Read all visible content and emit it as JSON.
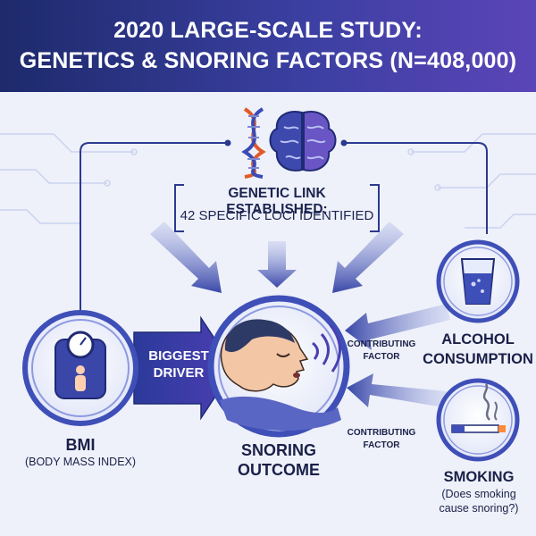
{
  "header": {
    "title_line1": "2020 LARGE-SCALE STUDY:",
    "title_line2": "GENETICS & SNORING FACTORS (N=408,000)",
    "bg_start": "#1d2a6b",
    "bg_end": "#5b45b8"
  },
  "genetic": {
    "title": "GENETIC LINK ESTABLISHED:",
    "subtitle": "42 SPECIFIC LOCI IDENTIFIED",
    "icons": [
      "dna-icon",
      "brain-icon"
    ]
  },
  "bmi": {
    "title": "BMI",
    "subtitle": "(BODY MASS INDEX)",
    "icon": "scale-person-icon",
    "arrow_label_line1": "BIGGEST",
    "arrow_label_line2": "DRIVER"
  },
  "center": {
    "title_line1": "SNORING",
    "title_line2": "OUTCOME",
    "icon": "sleeping-person-icon"
  },
  "alcohol": {
    "title_line1": "ALCOHOL",
    "title_line2": "CONSUMPTION",
    "factor_line1": "CONTRIBUTING",
    "factor_line2": "FACTOR",
    "icon": "glass-icon"
  },
  "smoking": {
    "title": "SMOKING",
    "subtitle_line1": "(Does smoking",
    "subtitle_line2": "cause snoring?)",
    "factor_line1": "CONTRIBUTING",
    "factor_line2": "FACTOR",
    "icon": "cigarette-icon"
  },
  "colors": {
    "navy": "#1c2450",
    "accent": "#4a3fb0",
    "ring": "#3f4fb8"
  }
}
